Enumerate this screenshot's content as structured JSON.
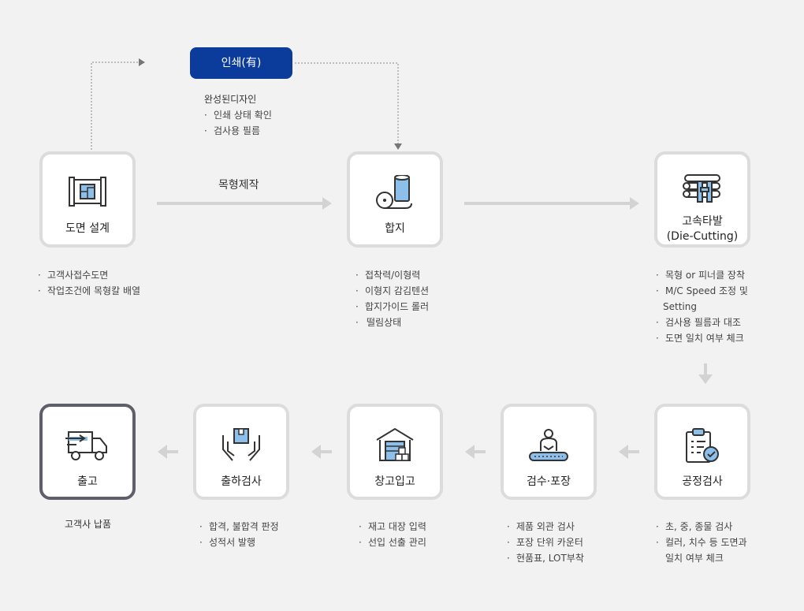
{
  "print_button": "인쇄(有)",
  "print_notes": {
    "title": "완성된디자인",
    "items": [
      "인쇄 상태 확인",
      "검사용 필름"
    ]
  },
  "mold_label": "목형제작",
  "steps": {
    "design": {
      "label": "도면 설계",
      "icon": "blueprint-icon",
      "notes": [
        "고객사접수도면",
        "작업조건에 목형칼 배열"
      ]
    },
    "lamination": {
      "label": "합지",
      "icon": "paper-roll-icon",
      "notes": [
        "접착력/이형력",
        "이형지 감김텐션",
        "합지가이드 롤러",
        "떨림상태"
      ]
    },
    "die_cutting": {
      "label_1": "고속타발",
      "label_2": "(Die-Cutting)",
      "icon": "die-cutting-machine-icon",
      "notes": [
        "목형 or 피너클 장착",
        "M/C Speed 조정 및",
        "Setting",
        "검사용 필름과 대조",
        "도면 일치 여부 체크"
      ]
    },
    "process_inspection": {
      "label": "공정검사",
      "icon": "clipboard-check-icon",
      "notes": [
        "초, 중, 종물 검사",
        "컬러, 치수 등 도면과",
        "일치 여부 체크"
      ]
    },
    "inspection_packing": {
      "label": "검수·포장",
      "icon": "worker-conveyor-icon",
      "notes": [
        "제품 외관 검사",
        "포장 단위 카운터",
        "현품표, LOT부착"
      ]
    },
    "warehousing": {
      "label": "창고입고",
      "icon": "warehouse-icon",
      "notes": [
        "재고 대장 입력",
        "선입 선출 관리"
      ]
    },
    "shipping_inspection": {
      "label": "출하검사",
      "icon": "hands-box-icon",
      "notes": [
        "합격, 불합격 판정",
        "성적서 발행"
      ]
    },
    "shipping": {
      "label": "출고",
      "icon": "delivery-truck-icon",
      "note": "고객사 납품"
    }
  },
  "colors": {
    "primary": "#0b3b9b",
    "icon_accent": "#8cc0ea",
    "border": "#dcdcdc",
    "final_border": "#5f5f6a",
    "arrow": "#d3d3d3"
  }
}
